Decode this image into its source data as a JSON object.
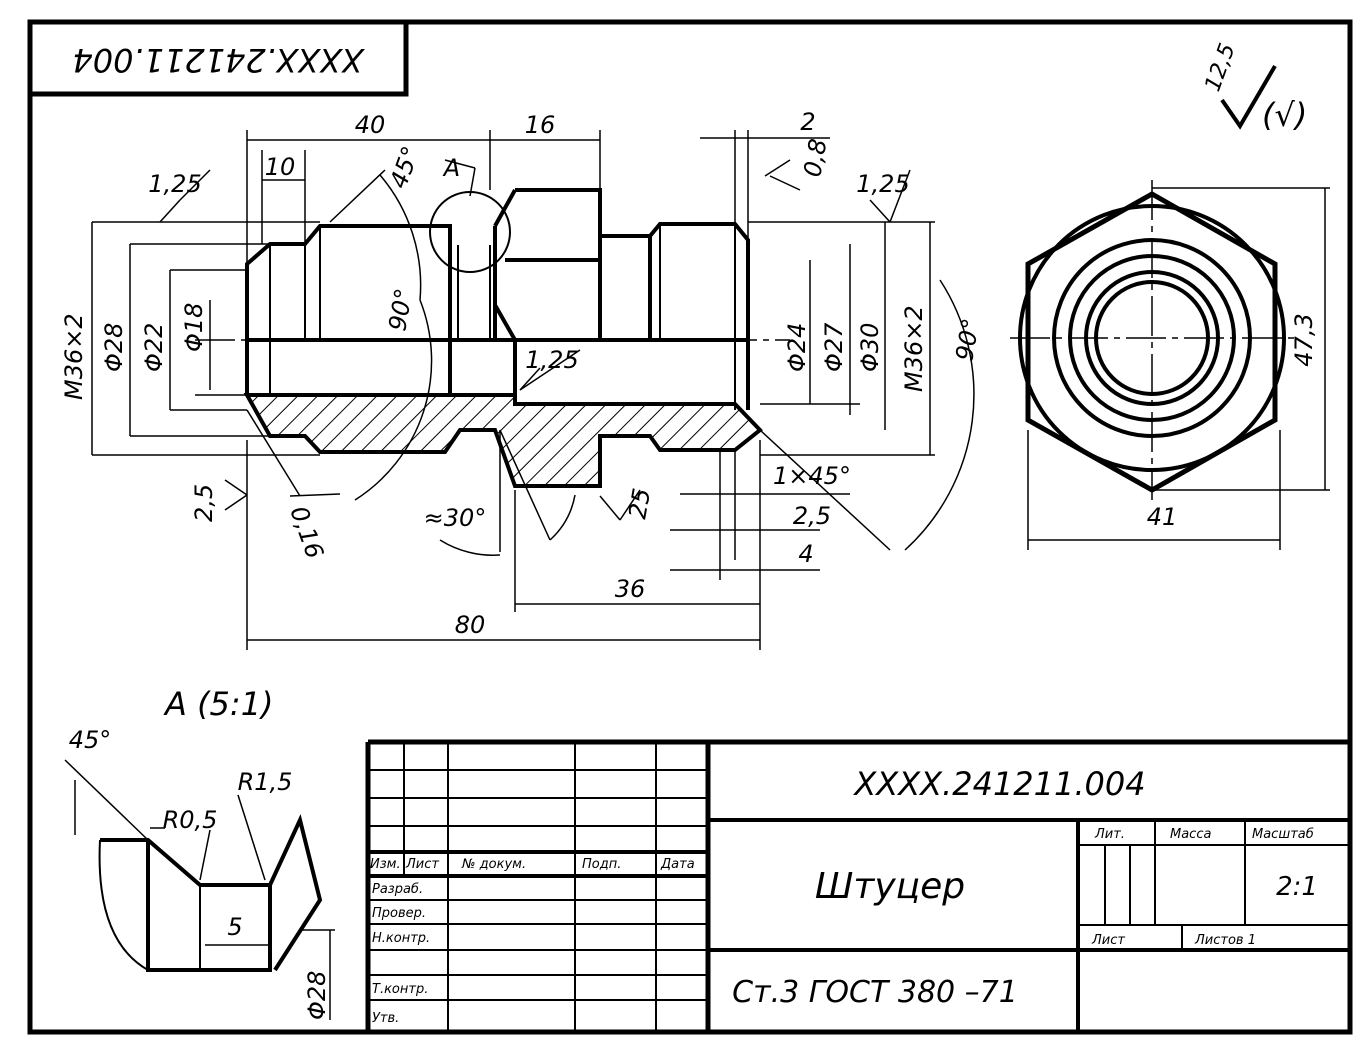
{
  "drawing_number": "XXXX.241211.004",
  "roughness": {
    "general": "12,5",
    "other": "(√)"
  },
  "main_view": {
    "dims": {
      "len_40": "40",
      "len_10": "10",
      "len_16": "16",
      "len_2": "2",
      "thread_pitch_left": "1,25",
      "thread_pitch_right": "1,25",
      "thread_pitch_inner": "1,25",
      "angle_45": "45°",
      "section_mark": "A",
      "chamfer_08": "0,8",
      "angle_90_left": "90°",
      "angle_90_right": "90°",
      "thread_left": "M36×2",
      "dia_28": "Φ28",
      "dia_22": "Φ22",
      "dia_18": "Φ18",
      "dia_24": "Φ24",
      "dia_27": "Φ27",
      "dia_30": "Φ30",
      "thread_right": "M36×2",
      "chamfer_1x45": "1×45°",
      "len_2_5": "2,5",
      "len_4": "4",
      "len_36": "36",
      "len_80": "80",
      "angle_30": "≈30°",
      "rough_2_5": "2,5",
      "rough_0_16": "0,16",
      "rough_25": "25"
    }
  },
  "side_view": {
    "width_across_flats": "41",
    "width_across_corners": "47,3"
  },
  "detail": {
    "title": "A (5:1)",
    "angle": "45°",
    "r_0_5": "R0,5",
    "r_1_5": "R1,5",
    "len_5": "5",
    "dia_28": "Φ28"
  },
  "title_block": {
    "number": "XXXX.241211.004",
    "name": "Штуцер",
    "material": "Ст.3 ГОСТ 380 –71",
    "headers": {
      "izm": "Изм.",
      "list": "Лист",
      "doc": "№ докум.",
      "sign": "Подп.",
      "date": "Дата"
    },
    "roles": [
      "Разраб.",
      "Провер.",
      "Н.контр.",
      "Т.контр.",
      "Утв."
    ],
    "lit": "Лит.",
    "mass": "Масса",
    "scale_label": "Масштаб",
    "scale": "2:1",
    "sheet": "Лист",
    "sheets": "Листов 1"
  }
}
